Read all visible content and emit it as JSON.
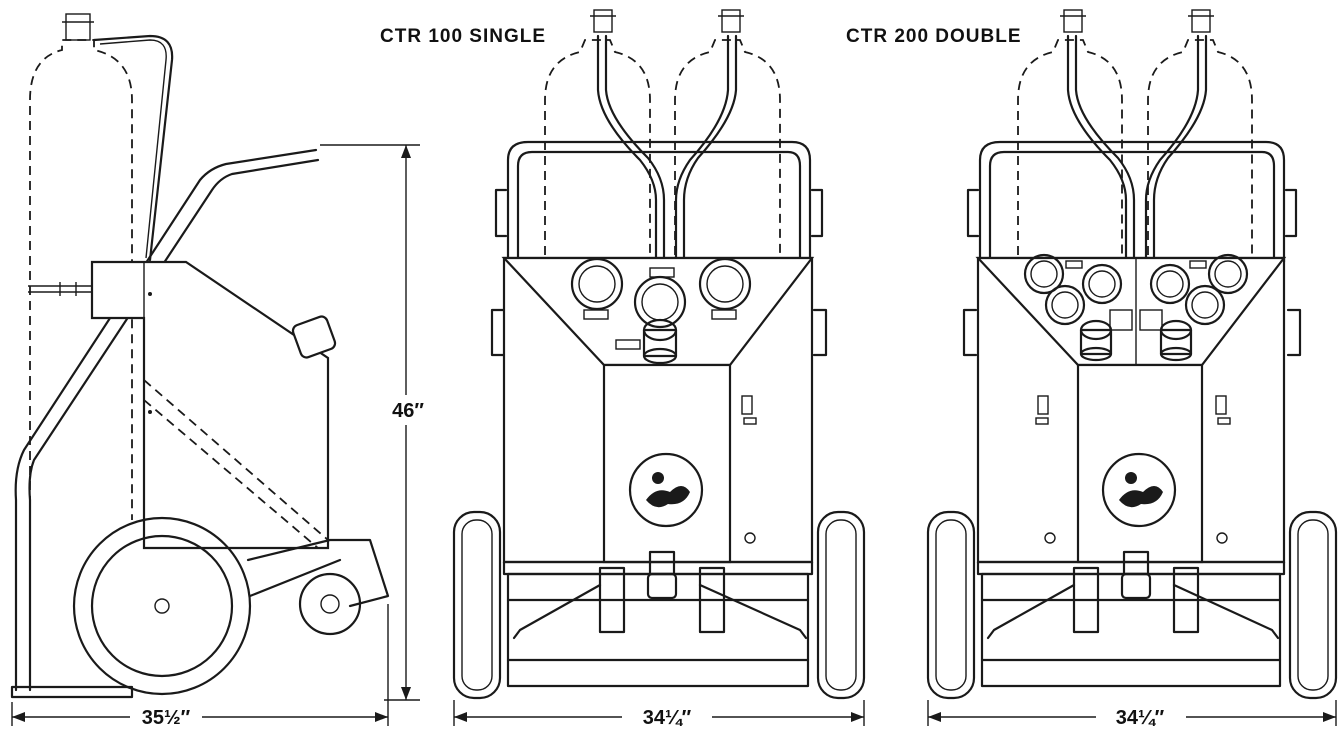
{
  "labels": {
    "single_model": "CTR 100 SINGLE",
    "double_model": "CTR 200 DOUBLE"
  },
  "dimensions": {
    "side_height": "46″",
    "side_width": "35½″",
    "single_width": "34¼″",
    "double_width": "34¼″"
  }
}
